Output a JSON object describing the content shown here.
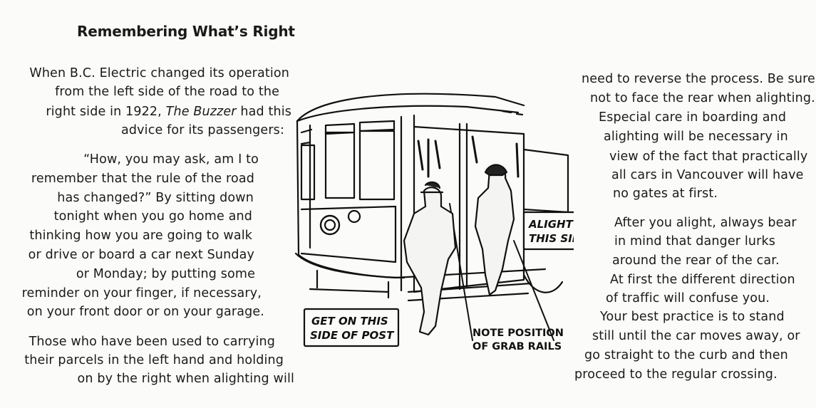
{
  "article": {
    "title": "Remembering What’s Right",
    "left_column": [
      "When B.C. Electric changed its operation",
      "from the left side of the road to the",
      "right side in 1922, ",
      "The Buzzer",
      " had this",
      "advice for its passengers:",
      "“How, you may ask, am I to",
      "remember that the rule of the road",
      "has changed?” By sitting down",
      "tonight when you go home and",
      "thinking how you are going to walk",
      "or drive or board a car next Sunday",
      "or Monday; by putting some",
      "reminder on your finger, if necessary,",
      "on your front door or on your garage.",
      "Those who have been used to carrying",
      "their parcels in the left hand and holding",
      "on by the right when alighting will"
    ],
    "right_column": [
      "need to reverse the process. Be sure",
      "not to face the rear when alighting.",
      "Especial care in boarding and",
      "alighting will be necessary in",
      "view of the fact that practically",
      "all cars in Vancouver will have",
      "no gates at first.",
      "After you alight, always bear",
      "in mind that danger lurks",
      "around the rear of the car.",
      "At first the different direction",
      "of traffic will confuse you.",
      "Your best practice is to stand",
      "still until the car moves away, or",
      "go straight to the curb and then",
      "proceed to the regular crossing."
    ]
  },
  "illustration": {
    "sign_alight_line1": "ALIGHT ON",
    "sign_alight_line2": "THIS SIDE",
    "sign_geton_line1": "GET ON THIS",
    "sign_geton_line2": "SIDE OF POST",
    "note_line1": "NOTE POSITION",
    "note_line2": "OF GRAB RAILS"
  }
}
